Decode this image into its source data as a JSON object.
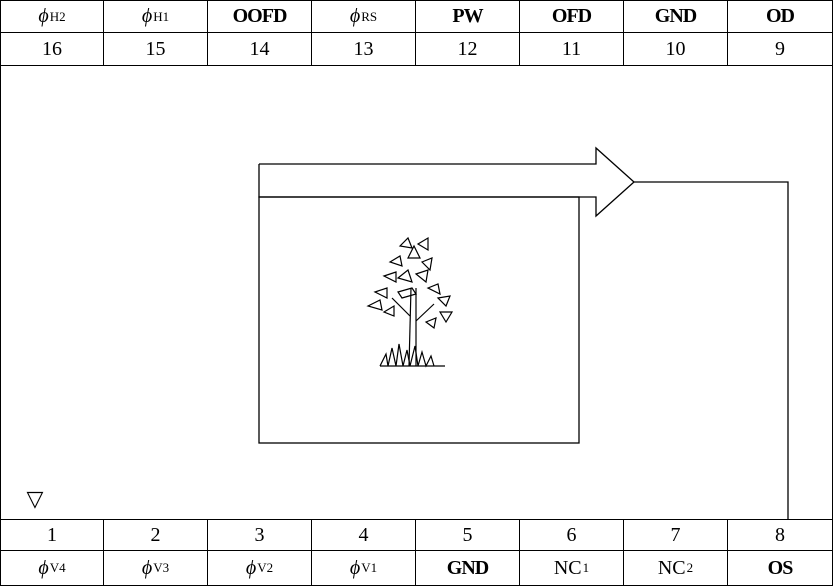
{
  "top_pins": [
    {
      "number": "16",
      "name": "ϕ",
      "sub": "H2"
    },
    {
      "number": "15",
      "name": "ϕ",
      "sub": "H1"
    },
    {
      "number": "14",
      "name": "OOFD",
      "sub": ""
    },
    {
      "number": "13",
      "name": "ϕ",
      "sub": "RS"
    },
    {
      "number": "12",
      "name": "PW",
      "sub": ""
    },
    {
      "number": "11",
      "name": "OFD",
      "sub": ""
    },
    {
      "number": "10",
      "name": "GND",
      "sub": ""
    },
    {
      "number": "9",
      "name": "OD",
      "sub": ""
    }
  ],
  "bottom_pins": [
    {
      "number": "1",
      "name": "ϕ",
      "sub": "V4"
    },
    {
      "number": "2",
      "name": "ϕ",
      "sub": "V3"
    },
    {
      "number": "3",
      "name": "ϕ",
      "sub": "V2"
    },
    {
      "number": "4",
      "name": "ϕ",
      "sub": "V1"
    },
    {
      "number": "5",
      "name": "GND",
      "sub": ""
    },
    {
      "number": "6",
      "name": "NC",
      "sub": "1"
    },
    {
      "number": "7",
      "name": "NC",
      "sub": "2"
    },
    {
      "number": "8",
      "name": "OS",
      "sub": ""
    }
  ],
  "pin1_marker": "▽",
  "icons": {
    "sensor_image": "tree-icon"
  }
}
